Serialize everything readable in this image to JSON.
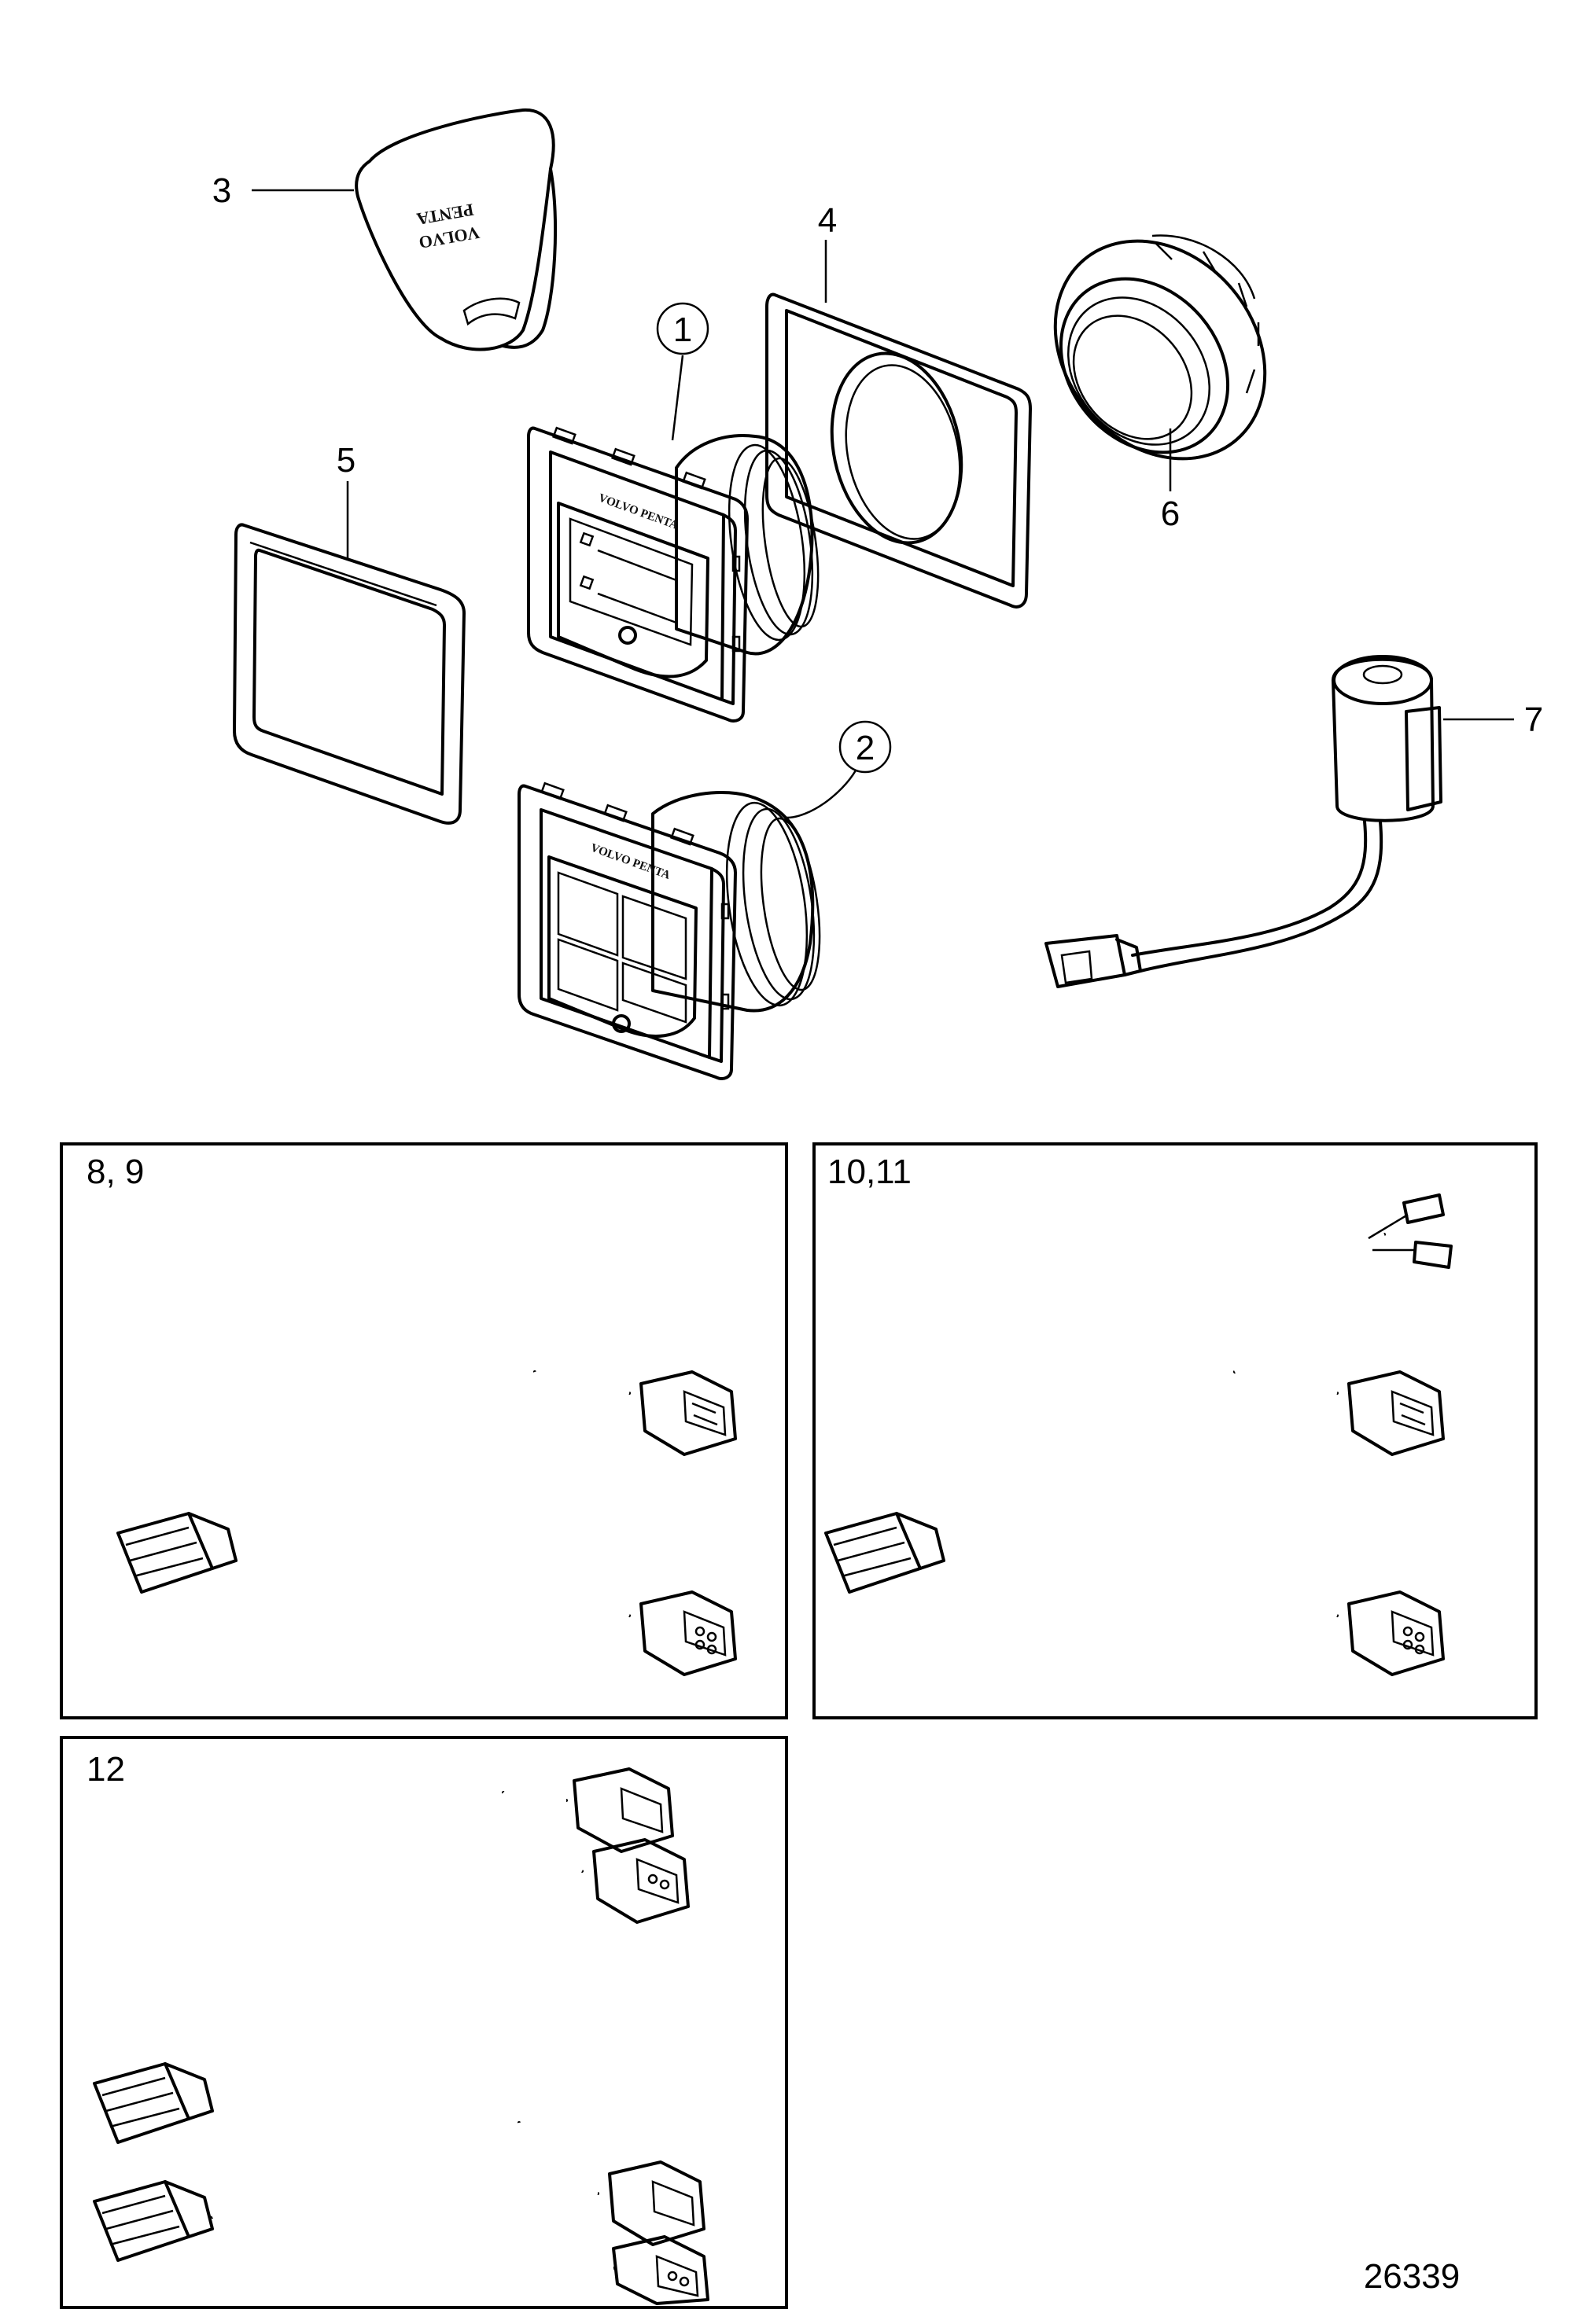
{
  "callouts": {
    "c1": "1",
    "c2": "2",
    "c3": "3",
    "c4": "4",
    "c5": "5",
    "c6": "6",
    "c7": "7"
  },
  "panels": {
    "p1_label": "8, 9",
    "p2_label": "10,11",
    "p3_label": "12"
  },
  "cover_brand": {
    "line1": "VOLVO",
    "line2": "PENTA"
  },
  "panel_brand": "VOLVO PENTA",
  "figure_number": "26339"
}
